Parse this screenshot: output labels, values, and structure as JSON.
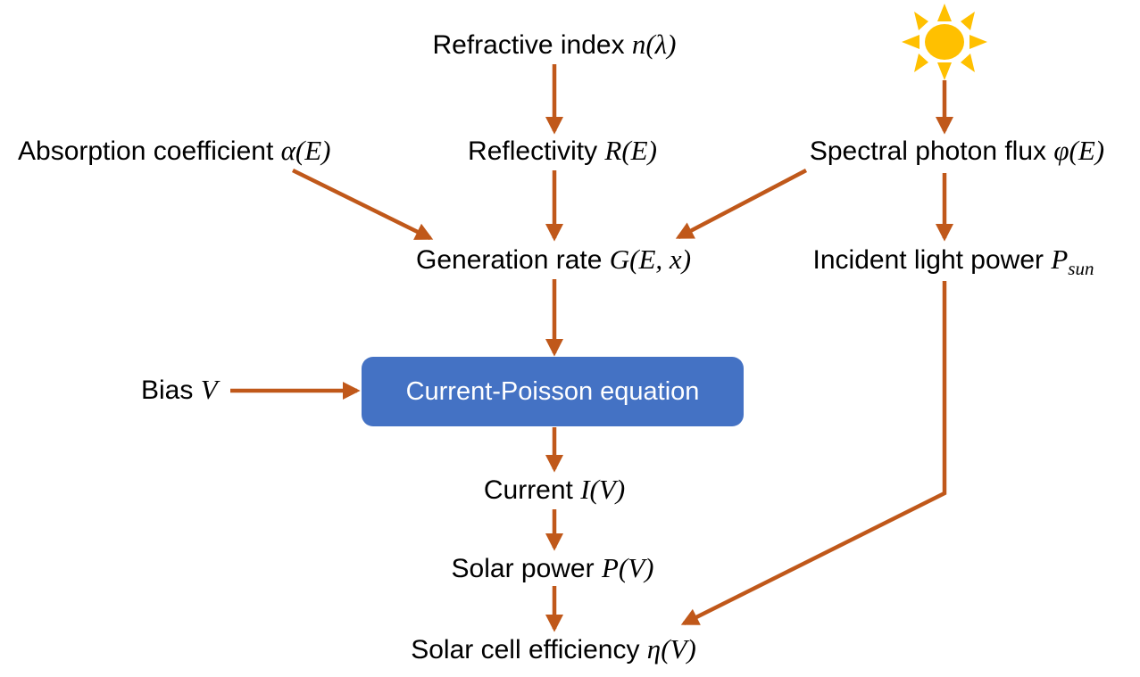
{
  "diagram": {
    "title": "Solar cell simulation flowchart",
    "colors": {
      "arrow": "#C0581A",
      "box_fill": "#4472C4",
      "box_text": "#FFFFFF",
      "label_text": "#000000",
      "sun": "#FFC000",
      "sun_core": "#FFC000"
    },
    "nodes": {
      "refractive_index": {
        "text_plain": "Refractive index n(λ)",
        "prefix": "Refractive index ",
        "symbol": "n",
        "arg": "(λ)"
      },
      "absorption_coefficient": {
        "text_plain": "Absorption coefficient α(E)",
        "prefix": "Absorption coefficient ",
        "symbol": "α",
        "arg": "(E)"
      },
      "reflectivity": {
        "text_plain": "Reflectivity R(E)",
        "prefix": "Reflectivity ",
        "symbol": "R",
        "arg": "(E)"
      },
      "spectral_photon_flux": {
        "text_plain": "Spectral photon flux φ(E)",
        "prefix": "Spectral photon flux ",
        "symbol": "φ",
        "arg": "(E)"
      },
      "generation_rate": {
        "text_plain": "Generation rate G(E,x)",
        "prefix": "Generation rate ",
        "symbol": "G",
        "arg": "(E, x)"
      },
      "incident_light_power": {
        "text_plain": "Incident light power P_sun",
        "prefix": "Incident light power ",
        "symbol": "P",
        "subscript": "sun"
      },
      "bias": {
        "text_plain": "Bias V",
        "prefix": "Bias ",
        "symbol": "V"
      },
      "current_poisson_equation": {
        "text_plain": "Current-Poisson equation"
      },
      "current": {
        "text_plain": "Current I(V)",
        "prefix": "Current ",
        "symbol": "I",
        "arg": "(V)"
      },
      "solar_power": {
        "text_plain": "Solar power P(V)",
        "prefix": "Solar power ",
        "symbol": "P",
        "arg": "(V)"
      },
      "solar_cell_efficiency": {
        "text_plain": "Solar cell efficiency η(V)",
        "prefix": "Solar cell efficiency ",
        "symbol": "η",
        "arg": "(V)"
      },
      "sun": {
        "text_plain": "sun-icon",
        "rays": 8
      }
    },
    "edges": [
      {
        "from": "refractive_index",
        "to": "reflectivity",
        "kind": "vertical"
      },
      {
        "from": "absorption_coefficient",
        "to": "generation_rate",
        "kind": "diagonal"
      },
      {
        "from": "reflectivity",
        "to": "generation_rate",
        "kind": "vertical"
      },
      {
        "from": "spectral_photon_flux",
        "to": "generation_rate",
        "kind": "diagonal"
      },
      {
        "from": "sun",
        "to": "spectral_photon_flux",
        "kind": "vertical"
      },
      {
        "from": "spectral_photon_flux",
        "to": "incident_light_power",
        "kind": "vertical"
      },
      {
        "from": "generation_rate",
        "to": "current_poisson_equation",
        "kind": "vertical"
      },
      {
        "from": "bias",
        "to": "current_poisson_equation",
        "kind": "horizontal"
      },
      {
        "from": "current_poisson_equation",
        "to": "current",
        "kind": "vertical"
      },
      {
        "from": "current",
        "to": "solar_power",
        "kind": "vertical"
      },
      {
        "from": "solar_power",
        "to": "solar_cell_efficiency",
        "kind": "vertical"
      },
      {
        "from": "incident_light_power",
        "to": "solar_cell_efficiency",
        "kind": "elbow"
      }
    ]
  }
}
